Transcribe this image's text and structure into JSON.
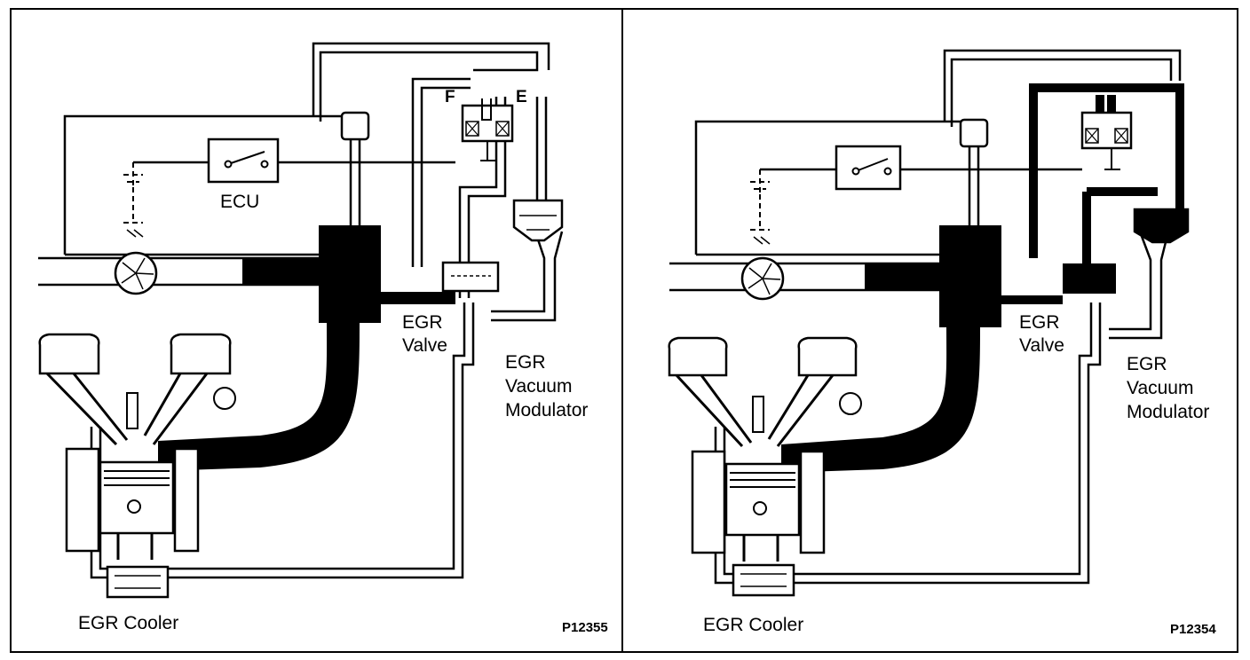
{
  "panels": [
    {
      "id": "left",
      "labels": {
        "ecu": "ECU",
        "terminal_f": "F",
        "terminal_e": "E",
        "egr_valve": "EGR\nValve",
        "egr_vacuum_modulator": "EGR\nVacuum\nModulator",
        "egr_cooler": "EGR Cooler",
        "figure_code": "P12355"
      }
    },
    {
      "id": "right",
      "labels": {
        "ecu": "",
        "terminal_f": "",
        "terminal_e": "",
        "egr_valve": "EGR\nValve",
        "egr_vacuum_modulator": "EGR\nVacuum\nModulator",
        "egr_cooler": "EGR Cooler",
        "figure_code": "P12354"
      }
    }
  ],
  "colors": {
    "ink": "#000000",
    "paper": "#ffffff"
  }
}
